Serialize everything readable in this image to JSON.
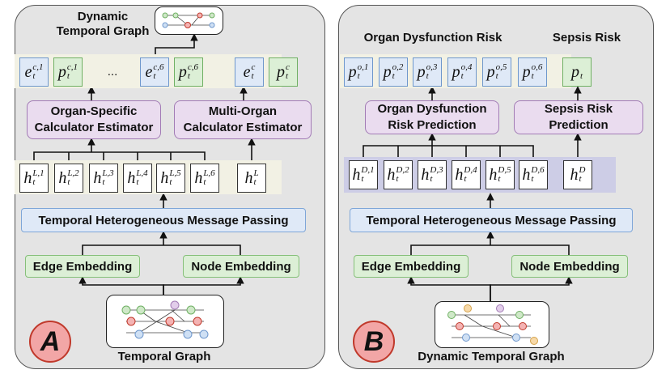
{
  "panel_a": {
    "badge": "A",
    "top_title_line1": "Dynamic",
    "top_title_line2": "Temporal Graph",
    "ellipsis": "...",
    "organ_estimator_line1": "Organ-Specific",
    "organ_estimator_line2": "Calculator Estimator",
    "multi_estimator_line1": "Multi-Organ",
    "multi_estimator_line2": "Calculator Estimator",
    "message_passing": "Temporal Heterogeneous Message Passing",
    "edge_embedding": "Edge Embedding",
    "node_embedding": "Node Embedding",
    "bottom_title": "Temporal Graph",
    "e_symbols": [
      {
        "base": "e",
        "sup": "c,1",
        "sub": "t"
      },
      {
        "base": "e",
        "sup": "c,6",
        "sub": "t"
      },
      {
        "base": "e",
        "sup": "c",
        "sub": "t"
      }
    ],
    "p_symbols": [
      {
        "base": "p",
        "sup": "c,1",
        "sub": "t"
      },
      {
        "base": "p",
        "sup": "c,6",
        "sub": "t"
      },
      {
        "base": "p",
        "sup": "c",
        "sub": "t"
      }
    ],
    "h_symbols": [
      {
        "base": "h",
        "sup": "L,1",
        "sub": "t"
      },
      {
        "base": "h",
        "sup": "L,2",
        "sub": "t"
      },
      {
        "base": "h",
        "sup": "L,3",
        "sub": "t"
      },
      {
        "base": "h",
        "sup": "L,4",
        "sub": "t"
      },
      {
        "base": "h",
        "sup": "L,5",
        "sub": "t"
      },
      {
        "base": "h",
        "sup": "L,6",
        "sub": "t"
      },
      {
        "base": "h",
        "sup": "L",
        "sub": "t"
      }
    ]
  },
  "panel_b": {
    "badge": "B",
    "organ_risk_title": "Organ Dysfunction Risk",
    "sepsis_risk_title": "Sepsis Risk",
    "organ_pred_line1": "Organ Dysfunction",
    "organ_pred_line2": "Risk Prediction",
    "sepsis_pred_line1": "Sepsis Risk",
    "sepsis_pred_line2": "Prediction",
    "message_passing": "Temporal Heterogeneous Message Passing",
    "edge_embedding": "Edge Embedding",
    "node_embedding": "Node Embedding",
    "bottom_title": "Dynamic Temporal Graph",
    "p_symbols": [
      {
        "base": "p",
        "sup": "o,1",
        "sub": "t"
      },
      {
        "base": "p",
        "sup": "o,2",
        "sub": "t"
      },
      {
        "base": "p",
        "sup": "o,3",
        "sub": "t"
      },
      {
        "base": "p",
        "sup": "o,4",
        "sub": "t"
      },
      {
        "base": "p",
        "sup": "o,5",
        "sub": "t"
      },
      {
        "base": "p",
        "sup": "o,6",
        "sub": "t"
      }
    ],
    "pt_symbol": {
      "base": "p",
      "sup": "",
      "sub": "t"
    },
    "h_symbols": [
      {
        "base": "h",
        "sup": "D,1",
        "sub": "t"
      },
      {
        "base": "h",
        "sup": "D,2",
        "sub": "t"
      },
      {
        "base": "h",
        "sup": "D,3",
        "sub": "t"
      },
      {
        "base": "h",
        "sup": "D,4",
        "sub": "t"
      },
      {
        "base": "h",
        "sup": "D,5",
        "sub": "t"
      },
      {
        "base": "h",
        "sup": "D,6",
        "sub": "t"
      },
      {
        "base": "h",
        "sup": "D",
        "sub": "t"
      }
    ]
  },
  "colors": {
    "panel": "#e4e4e4",
    "blue_fill": "#dfe9f7",
    "green_fill": "#dcefd6",
    "purple_fill": "#eadcef",
    "badge_fill": "#f2a6a6",
    "badge_border": "#c0392b"
  }
}
